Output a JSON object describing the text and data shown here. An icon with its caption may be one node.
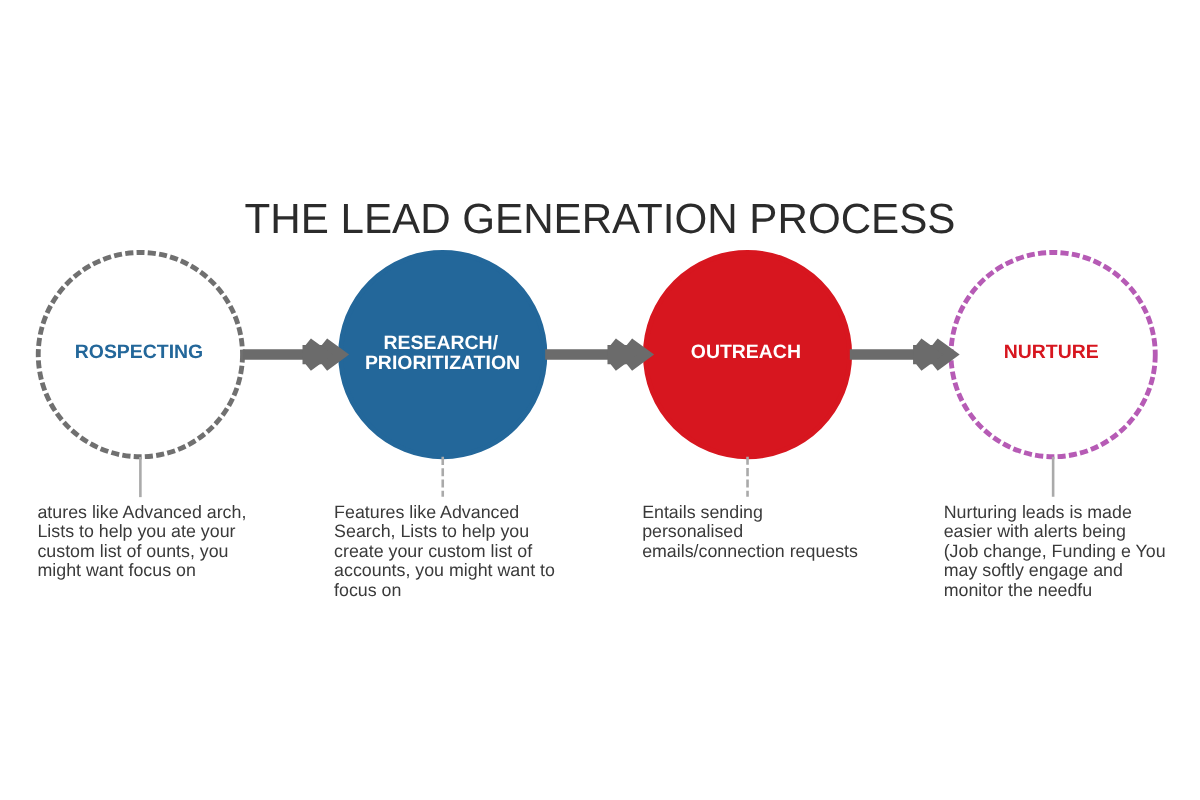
{
  "diagram": {
    "title": "THE LEAD GENERATION PROCESS",
    "nodes": [
      {
        "text": [
          "ROSPECTING"
        ]
      },
      {
        "text": [
          "atures like Advanced arch, Lists to help you ate your custom list of ounts, you might want focus on"
        ]
      },
      {
        "text": [
          "RESEARCH/ PRIORITIZATION"
        ]
      },
      {
        "text": [
          "Features like Advanced Search, Lists to help you create your custom list of accounts, you might want to focus on"
        ]
      },
      {
        "text": [
          "OUTREACH"
        ]
      },
      {
        "text": [
          "Entails sending personalised emails/connection requests"
        ]
      },
      {
        "text": [
          "NURTURE"
        ]
      },
      {
        "text": [
          "Nurturing leads is made easier with alerts being (Job change, Funding e You may softly engage and monitor the needfu"
        ]
      }
    ],
    "edges": [
      {
        "from": 0,
        "to": 2,
        "arrow": "to",
        "style": "thick",
        "color": "#6b6b6b"
      },
      {
        "from": 2,
        "to": 4,
        "arrow": "to",
        "style": "thick",
        "color": "#6b6b6b"
      },
      {
        "from": 4,
        "to": 6,
        "arrow": "to",
        "style": "thick",
        "color": "#6b6b6b"
      },
      {
        "from": 0,
        "to": 1,
        "arrow": "none"
      },
      {
        "from": 2,
        "to": 3,
        "arrow": "none",
        "style": "dashed"
      },
      {
        "from": 4,
        "to": 5,
        "arrow": "none",
        "style": "dashed"
      },
      {
        "from": 6,
        "to": 7,
        "arrow": "none"
      }
    ]
  }
}
